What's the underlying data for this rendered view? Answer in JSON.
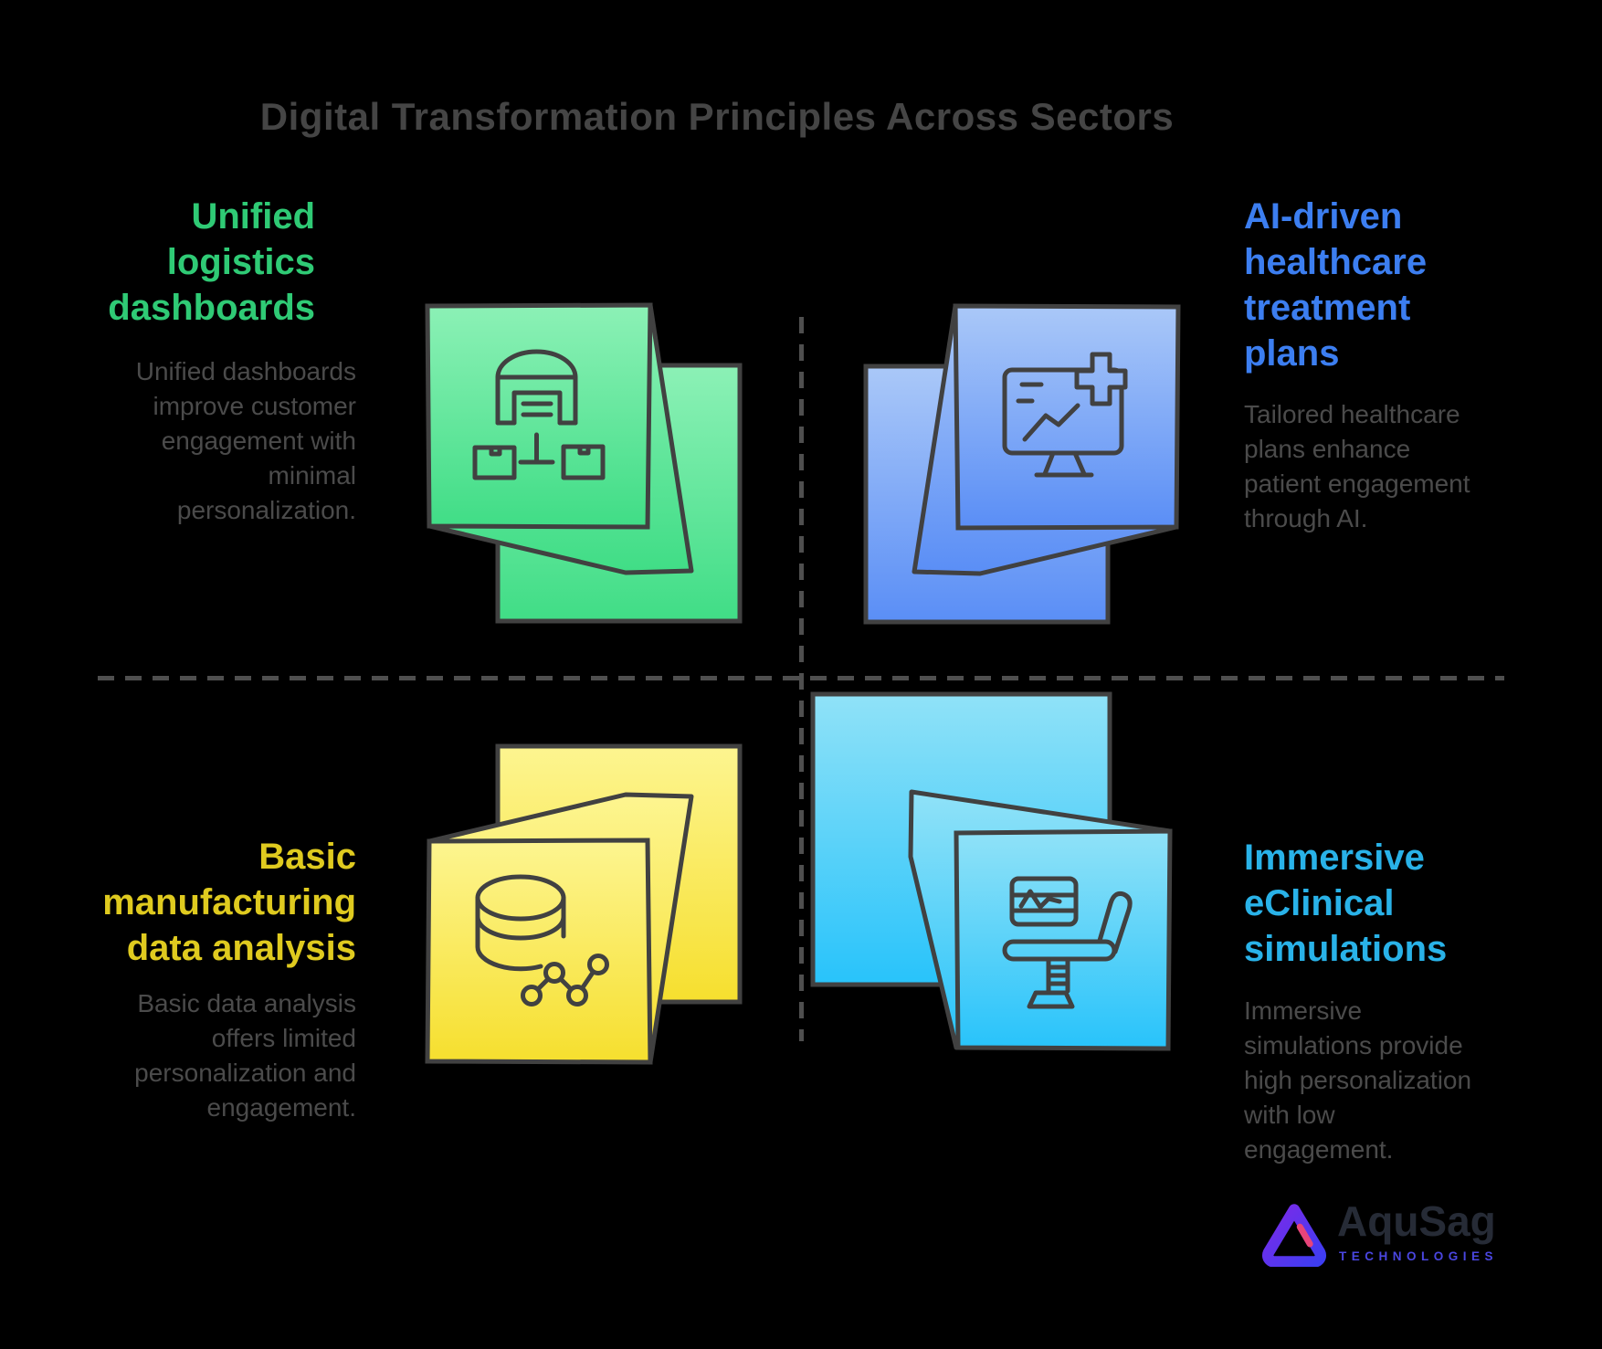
{
  "title": "Digital Transformation Principles Across Sectors",
  "quadrants": [
    {
      "id": "top-left",
      "heading": "Unified\nlogistics\ndashboards",
      "body": "Unified dashboards\nimprove customer\nengagement with\nminimal\npersonalization.",
      "accent": "#2fca75",
      "icon": "warehouse-boxes-icon",
      "gradient": {
        "light": "#8cf1b6",
        "dark": "#40dd86"
      }
    },
    {
      "id": "top-right",
      "heading": "AI-driven\nhealthcare\ntreatment\nplans",
      "body": "Tailored healthcare\nplans enhance\npatient engagement\nthrough AI.",
      "accent": "#3c7ef0",
      "icon": "monitor-medical-cross-icon",
      "gradient": {
        "light": "#aac8f8",
        "dark": "#5a8ef6"
      }
    },
    {
      "id": "bottom-left",
      "heading": "Basic\nmanufacturing\ndata analysis",
      "body": "Basic data analysis\noffers limited\npersonalization and\nengagement.",
      "accent": "#dfca1f",
      "icon": "database-node-chart-icon",
      "gradient": {
        "light": "#fdf590",
        "dark": "#f6df2e"
      }
    },
    {
      "id": "bottom-right",
      "heading": "Immersive\neClinical\nsimulations",
      "body": "Immersive\nsimulations provide\nhigh personalization\nwith low\nengagement.",
      "accent": "#29b2e8",
      "icon": "monitor-exam-chair-icon",
      "gradient": {
        "light": "#90e2f8",
        "dark": "#28c3fa"
      }
    }
  ],
  "logo": {
    "name": "AquSag",
    "subtitle": "TECHNOLOGIES",
    "name_color": "#262b36",
    "subtitle_color": "#4a46e0",
    "mark_gradient_start": "#7d2ae8",
    "mark_gradient_end": "#3d3df2",
    "mark_accent": "#e8447a"
  },
  "colors": {
    "background": "#000000",
    "title_text": "#454545",
    "body_text": "#4b4b4b",
    "divider": "#4f4f4f",
    "icon_stroke": "#414141"
  }
}
